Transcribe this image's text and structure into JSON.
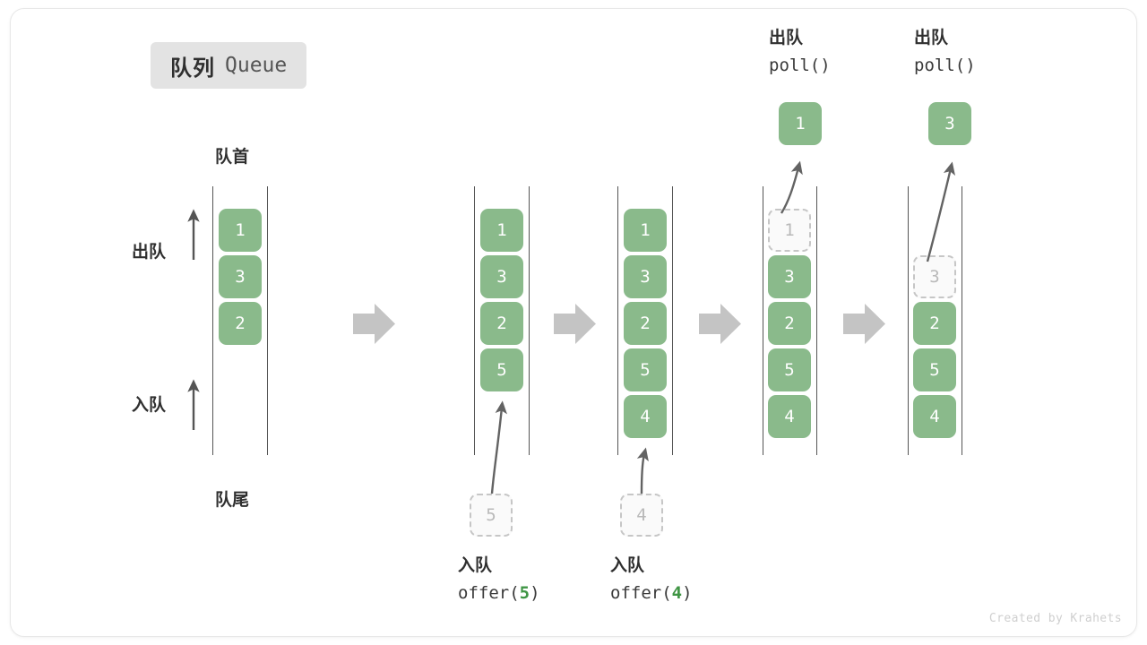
{
  "title_badge": {
    "cn": "队列",
    "en": "Queue"
  },
  "side_labels": {
    "head": "队首",
    "tail": "队尾",
    "dequeue": "出队",
    "enqueue": "入队"
  },
  "credit": "Created by Krahets",
  "colors": {
    "item_fill": "#8ABA8B",
    "item_text": "#ffffff",
    "ghost_fill": "#fafafa",
    "ghost_border": "#c6c6c6",
    "ghost_text": "#b9b9b9",
    "rail": "#555555",
    "step_arrow": "#c4c4c4",
    "accent_arg": "#3f9544",
    "badge_bg": "#e3e3e3",
    "card_border": "#e8e8e8"
  },
  "columns": [
    {
      "id": "initial",
      "items": [
        "1",
        "3",
        "2"
      ],
      "ghost": null,
      "popped": null,
      "op_cn": null,
      "op_code": null
    },
    {
      "id": "after-offer-5",
      "items": [
        "1",
        "3",
        "2",
        "5"
      ],
      "ghost": {
        "value": "5",
        "position": "below"
      },
      "popped": null,
      "op_cn": "入队",
      "op_code_prefix": "offer(",
      "op_code_arg": "5",
      "op_code_suffix": ")"
    },
    {
      "id": "after-offer-4",
      "items": [
        "1",
        "3",
        "2",
        "5",
        "4"
      ],
      "ghost": {
        "value": "4",
        "position": "below"
      },
      "popped": null,
      "op_cn": "入队",
      "op_code_prefix": "offer(",
      "op_code_arg": "4",
      "op_code_suffix": ")"
    },
    {
      "id": "after-poll-1",
      "items": [
        "3",
        "2",
        "5",
        "4"
      ],
      "ghost": {
        "value": "1",
        "position": "row0"
      },
      "popped": {
        "value": "1"
      },
      "op_cn": "出队",
      "op_code_prefix": "poll(",
      "op_code_arg": "",
      "op_code_suffix": ")"
    },
    {
      "id": "after-poll-3",
      "items": [
        "2",
        "5",
        "4"
      ],
      "ghost": {
        "value": "3",
        "position": "row1"
      },
      "popped": {
        "value": "3"
      },
      "op_cn": "出队",
      "op_code_prefix": "poll(",
      "op_code_arg": "",
      "op_code_suffix": ")"
    }
  ],
  "step_arrows": 4
}
